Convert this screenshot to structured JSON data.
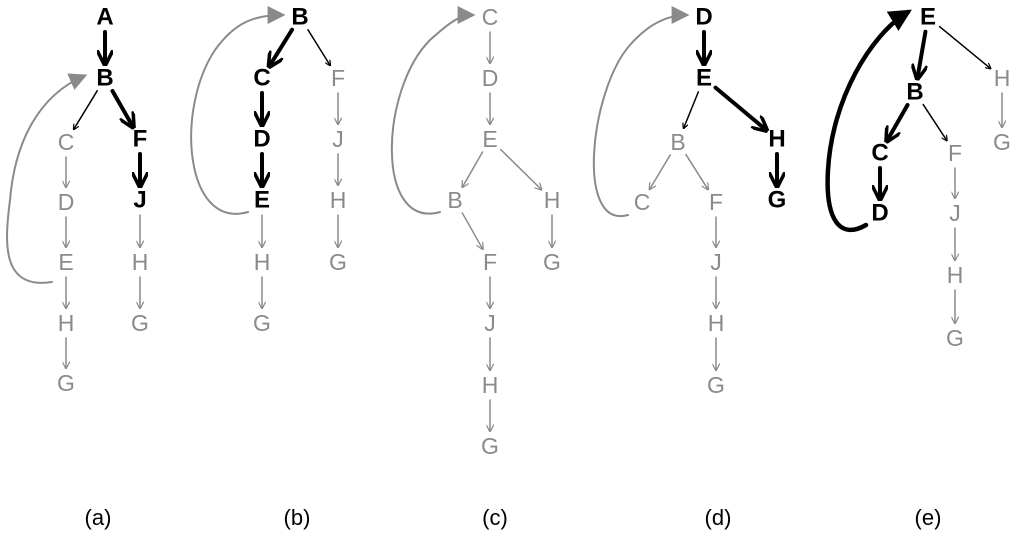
{
  "colors": {
    "active": "#000000",
    "inactive": "#8a8a8a",
    "background": "#ffffff"
  },
  "panels": [
    {
      "caption": "(a)",
      "nodes": [
        {
          "id": "A",
          "label": "A",
          "bold": true
        },
        {
          "id": "B",
          "label": "B",
          "bold": true
        },
        {
          "id": "C",
          "label": "C",
          "bold": false
        },
        {
          "id": "D",
          "label": "D",
          "bold": false
        },
        {
          "id": "E",
          "label": "E",
          "bold": false
        },
        {
          "id": "H1",
          "label": "H",
          "bold": false
        },
        {
          "id": "G1",
          "label": "G",
          "bold": false
        },
        {
          "id": "F",
          "label": "F",
          "bold": true
        },
        {
          "id": "J",
          "label": "J",
          "bold": true
        },
        {
          "id": "H2",
          "label": "H",
          "bold": false
        },
        {
          "id": "G2",
          "label": "G",
          "bold": false
        }
      ]
    },
    {
      "caption": "(b)",
      "nodes": [
        {
          "id": "B",
          "label": "B",
          "bold": true
        },
        {
          "id": "C",
          "label": "C",
          "bold": true
        },
        {
          "id": "D",
          "label": "D",
          "bold": true
        },
        {
          "id": "E",
          "label": "E",
          "bold": true
        },
        {
          "id": "H1",
          "label": "H",
          "bold": false
        },
        {
          "id": "G1",
          "label": "G",
          "bold": false
        },
        {
          "id": "F",
          "label": "F",
          "bold": false
        },
        {
          "id": "J",
          "label": "J",
          "bold": false
        },
        {
          "id": "H2",
          "label": "H",
          "bold": false
        },
        {
          "id": "G2",
          "label": "G",
          "bold": false
        }
      ]
    },
    {
      "caption": "(c)",
      "nodes": [
        {
          "id": "C",
          "label": "C",
          "bold": false
        },
        {
          "id": "D",
          "label": "D",
          "bold": false
        },
        {
          "id": "E",
          "label": "E",
          "bold": false
        },
        {
          "id": "B",
          "label": "B",
          "bold": false
        },
        {
          "id": "H1",
          "label": "H",
          "bold": false
        },
        {
          "id": "G1",
          "label": "G",
          "bold": false
        },
        {
          "id": "F",
          "label": "F",
          "bold": false
        },
        {
          "id": "J",
          "label": "J",
          "bold": false
        },
        {
          "id": "H2",
          "label": "H",
          "bold": false
        },
        {
          "id": "G2",
          "label": "G",
          "bold": false
        }
      ]
    },
    {
      "caption": "(d)",
      "nodes": [
        {
          "id": "D",
          "label": "D",
          "bold": true
        },
        {
          "id": "E",
          "label": "E",
          "bold": true
        },
        {
          "id": "B",
          "label": "B",
          "bold": false
        },
        {
          "id": "C",
          "label": "C",
          "bold": false
        },
        {
          "id": "F",
          "label": "F",
          "bold": false
        },
        {
          "id": "J",
          "label": "J",
          "bold": false
        },
        {
          "id": "H2",
          "label": "H",
          "bold": false
        },
        {
          "id": "G2",
          "label": "G",
          "bold": false
        },
        {
          "id": "H1",
          "label": "H",
          "bold": true
        },
        {
          "id": "G1",
          "label": "G",
          "bold": true
        }
      ]
    },
    {
      "caption": "(e)",
      "nodes": [
        {
          "id": "E",
          "label": "E",
          "bold": true
        },
        {
          "id": "B",
          "label": "B",
          "bold": true
        },
        {
          "id": "C",
          "label": "C",
          "bold": true
        },
        {
          "id": "D",
          "label": "D",
          "bold": true
        },
        {
          "id": "F",
          "label": "F",
          "bold": false
        },
        {
          "id": "J",
          "label": "J",
          "bold": false
        },
        {
          "id": "H2",
          "label": "H",
          "bold": false
        },
        {
          "id": "G2",
          "label": "G",
          "bold": false
        },
        {
          "id": "H1",
          "label": "H",
          "bold": false
        },
        {
          "id": "G1",
          "label": "G",
          "bold": false
        }
      ]
    }
  ]
}
